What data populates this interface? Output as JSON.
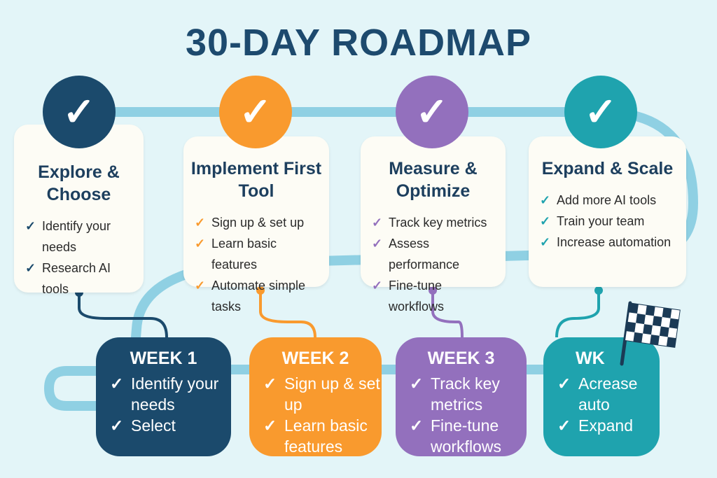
{
  "title": "30-DAY ROADMAP",
  "colors": {
    "navy": "#1b4a6c",
    "orange": "#f99a2e",
    "purple": "#9370bd",
    "teal": "#1fa3ae",
    "path": "#8fd0e3"
  },
  "phases": [
    {
      "title": "Explore & Choose",
      "items": [
        "Identify your needs",
        "Research AI tools"
      ]
    },
    {
      "title": "Implement First Tool",
      "items": [
        "Sign up & set up",
        "Learn basic features",
        "Automate simple tasks"
      ]
    },
    {
      "title": "Measure & Optimize",
      "items": [
        "Track key metrics",
        "Assess performance",
        "Fine-tune workflows"
      ]
    },
    {
      "title": "Expand & Scale",
      "items": [
        "Add more AI tools",
        "Train your team",
        "Increase automation"
      ]
    }
  ],
  "weeks": [
    {
      "label": "WEEK 1",
      "items": [
        "Identify your needs",
        "Select"
      ]
    },
    {
      "label": "WEEK 2",
      "items": [
        "Sign up & set up",
        "Learn basic features"
      ]
    },
    {
      "label": "WEEK 3",
      "items": [
        "Track key metrics",
        "Fine-tune workflows"
      ]
    },
    {
      "label": "WK",
      "items": [
        "Acrease auto",
        "Expand"
      ]
    }
  ],
  "check_glyph": "✓"
}
